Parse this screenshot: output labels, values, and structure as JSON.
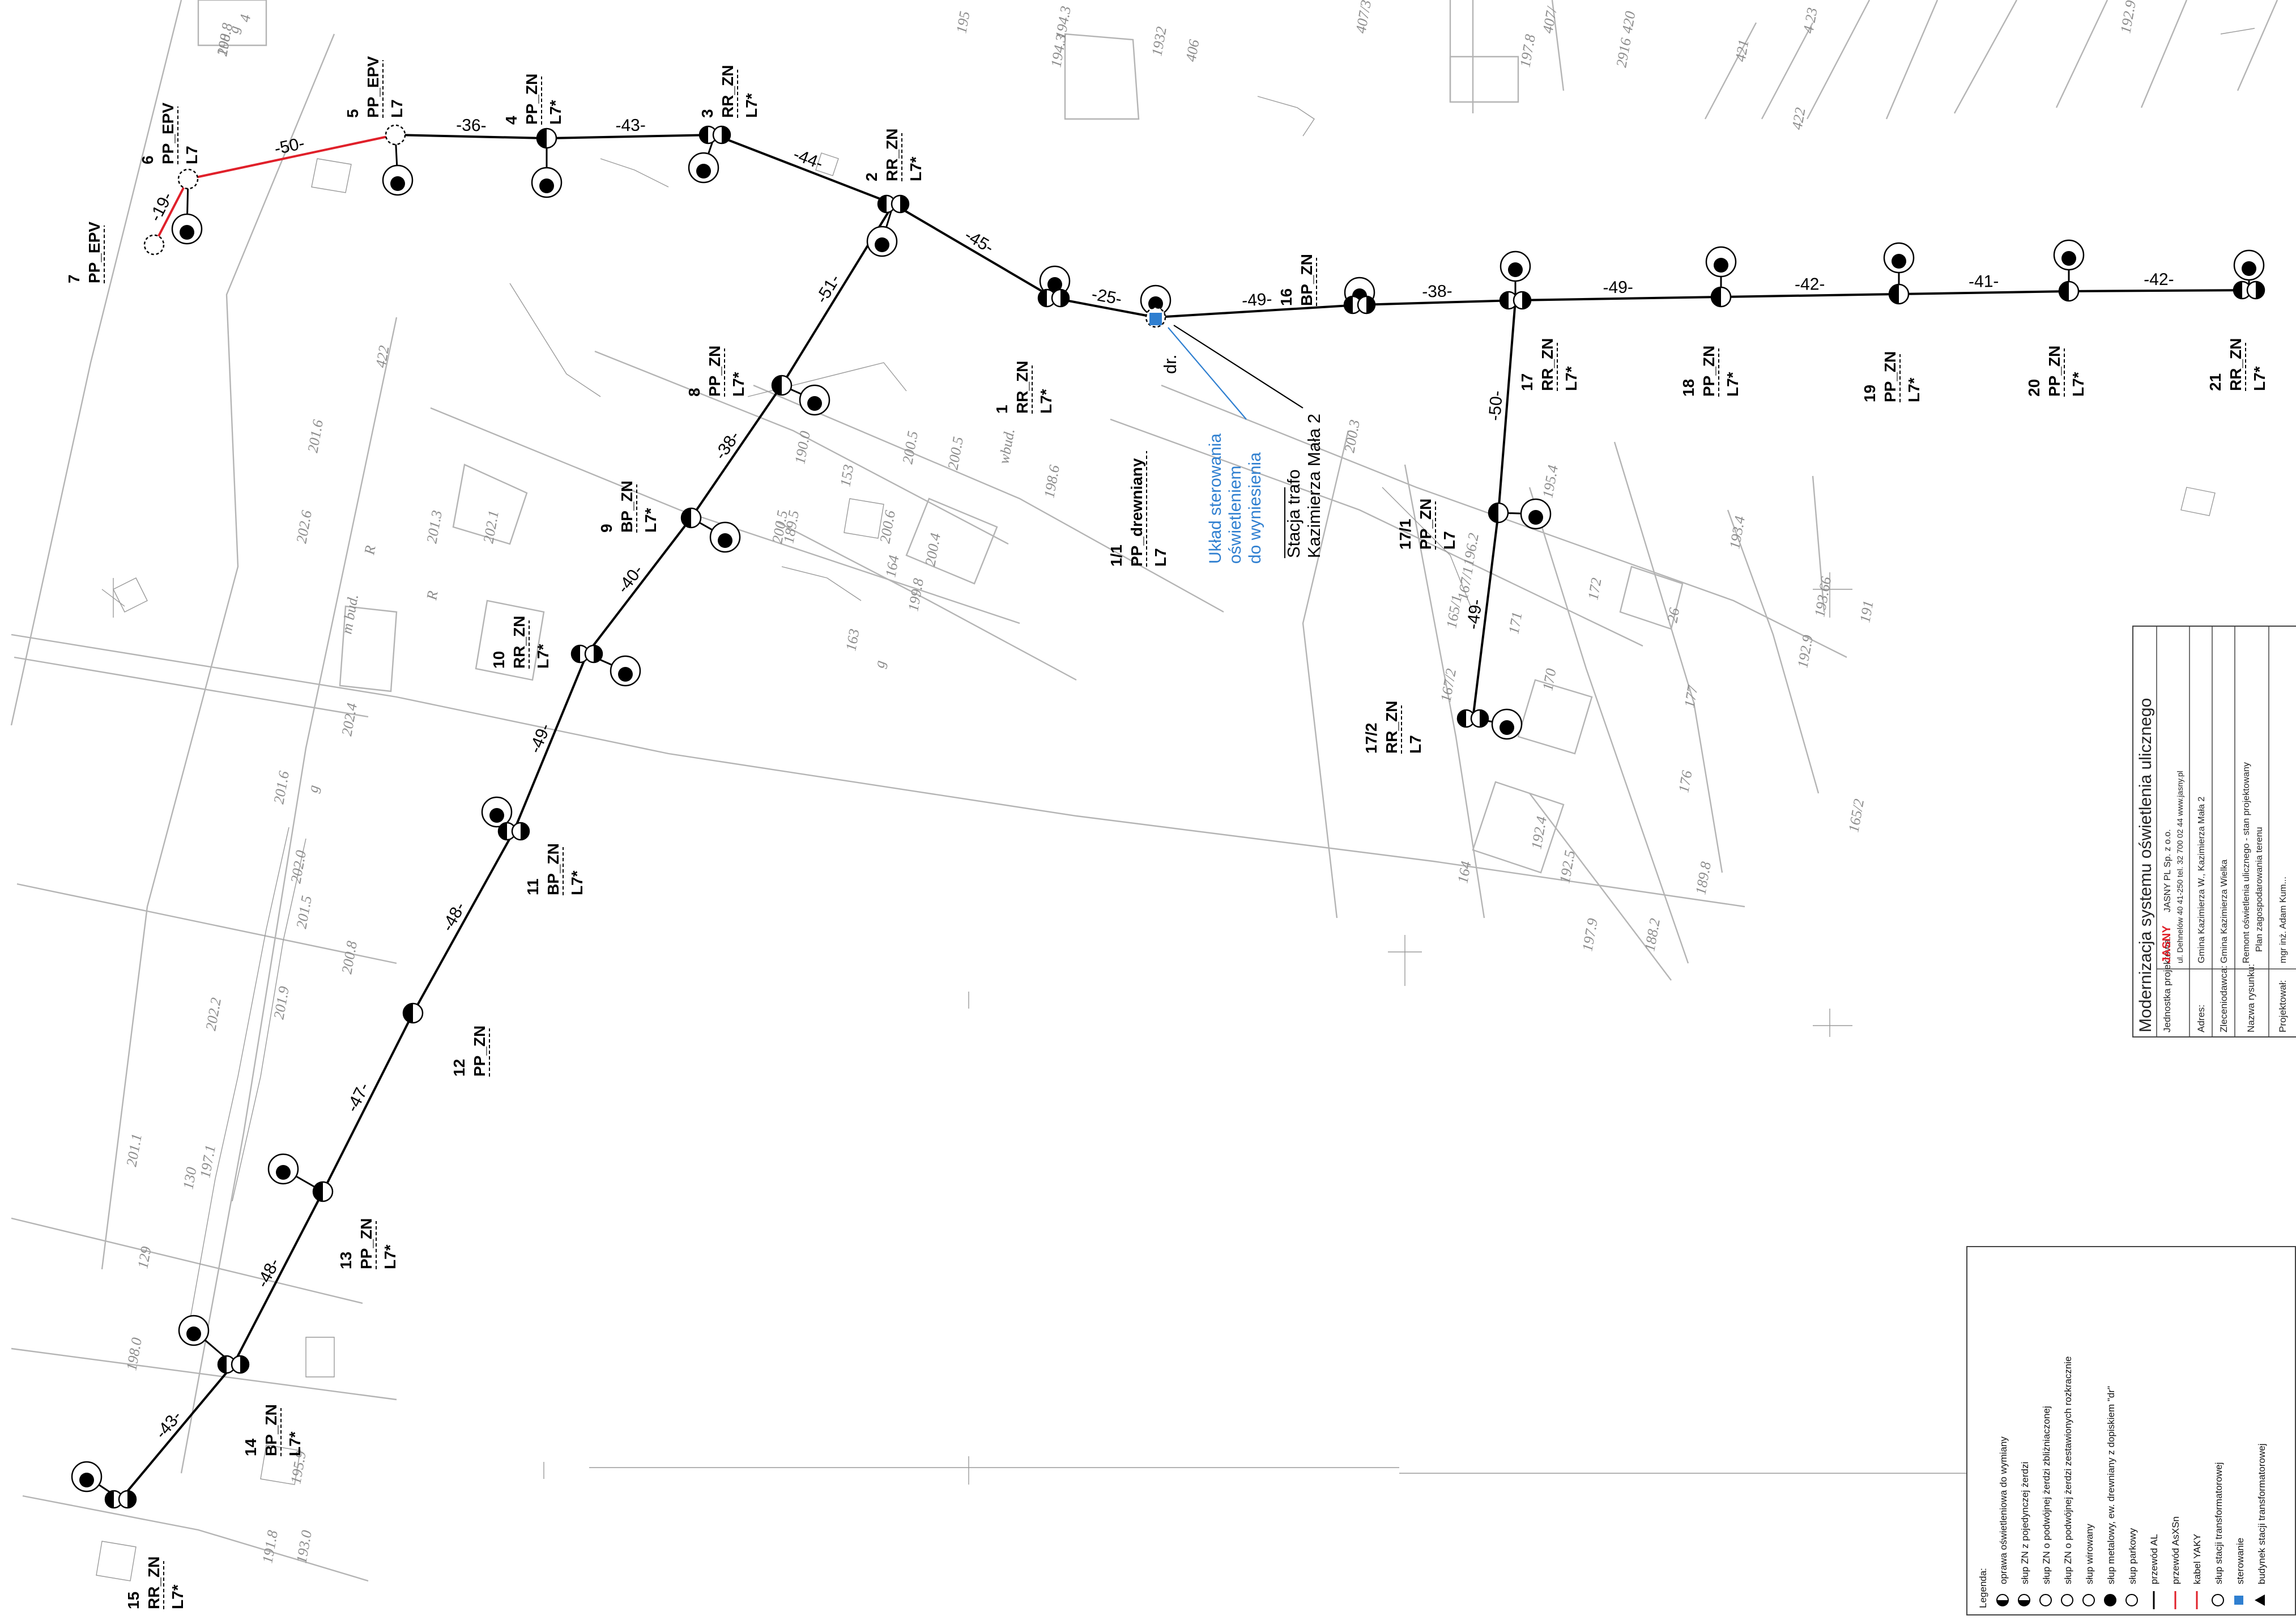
{
  "colors": {
    "cable": "#000000",
    "cable_red": "#e0202a",
    "blue": "#2f7fd0",
    "accent_logo": "#e0202a"
  },
  "pole_symbols": {
    "half_black": "single",
    "double": "double",
    "open": "open",
    "dashed": "wooden"
  },
  "poles": [
    {
      "id": "7",
      "type": "PP_EPV",
      "line": "",
      "symbol": "dashed"
    },
    {
      "id": "6",
      "type": "PP_EPV",
      "line": "L7",
      "symbol": "dashed"
    },
    {
      "id": "5",
      "type": "PP_EPV",
      "line": "L7",
      "symbol": "dashed"
    },
    {
      "id": "4",
      "type": "PP_ZN",
      "line": "L7*",
      "symbol": "single"
    },
    {
      "id": "3",
      "type": "RR_ZN",
      "line": "L7*",
      "symbol": "double"
    },
    {
      "id": "2",
      "type": "RR_ZN",
      "line": "L7*",
      "symbol": "double"
    },
    {
      "id": "1",
      "type": "RR_ZN",
      "line": "L7*",
      "symbol": "double"
    },
    {
      "id": "8",
      "type": "PP_ZN",
      "line": "L7*",
      "symbol": "single"
    },
    {
      "id": "9",
      "type": "BP_ZN",
      "line": "L7*",
      "symbol": "single"
    },
    {
      "id": "10",
      "type": "RR_ZN",
      "line": "L7*",
      "symbol": "double"
    },
    {
      "id": "11",
      "type": "BP_ZN",
      "line": "L7*",
      "symbol": "double"
    },
    {
      "id": "12",
      "type": "PP_ZN",
      "line": "",
      "symbol": "single"
    },
    {
      "id": "13",
      "type": "PP_ZN",
      "line": "L7*",
      "symbol": "single"
    },
    {
      "id": "14",
      "type": "BP_ZN",
      "line": "L7*",
      "symbol": "double"
    },
    {
      "id": "15",
      "type": "RR_ZN",
      "line": "L7*",
      "symbol": "double"
    },
    {
      "id": "16",
      "type": "BP_ZN",
      "line": "",
      "symbol": "double"
    },
    {
      "id": "17",
      "type": "RR_ZN",
      "line": "L7*",
      "symbol": "double"
    },
    {
      "id": "18",
      "type": "PP_ZN",
      "line": "L7*",
      "symbol": "single"
    },
    {
      "id": "19",
      "type": "PP_ZN",
      "line": "L7*",
      "symbol": "single"
    },
    {
      "id": "20",
      "type": "PP_ZN",
      "line": "L7*",
      "symbol": "single"
    },
    {
      "id": "21",
      "type": "RR_ZN",
      "line": "L7*",
      "symbol": "double"
    },
    {
      "id": "17/1",
      "type": "PP_ZN",
      "line": "L7",
      "symbol": "single"
    },
    {
      "id": "17/2",
      "type": "RR_ZN",
      "line": "L7",
      "symbol": "double"
    },
    {
      "id": "1/1",
      "type": "PP_drewniany",
      "line": "L7",
      "symbol": "dashed"
    }
  ],
  "distances": [
    "-19-",
    "-50-",
    "-36-",
    "-43-",
    "-44-",
    "-45-",
    "-25-",
    "-51-",
    "-38-",
    "-40-",
    "-49-",
    "-48-",
    "-47-",
    "-48-",
    "-43-",
    "-49-",
    "-38-",
    "-49-",
    "-42-",
    "-41-",
    "-42-",
    "-50-",
    "-49-"
  ],
  "annotations": {
    "dr": "dr.",
    "station_line1": "Stacja trafo",
    "station_line2": "Kazimierza Mała 2",
    "control_line1": "Układ sterowania",
    "control_line2": "oświetleniem",
    "control_line3": "do wyniesienia"
  },
  "title_block": {
    "title": "Modernizacja systemu oświetlenia ulicznego",
    "unit_label": "Jednostka projektowa:",
    "company_logo": "JASNY",
    "company": "JASNY PL Sp. z o.o.",
    "company_address": "ul. Dehnelów 40 41-250 tel. 32 700 02 44 www.jasny.pl",
    "address_label": "Adres:",
    "address": "Gmina Kazimierza W., Kazimierza Mała 2",
    "client_label": "Zleceniodawca:",
    "client": "Gmina Kazimierza Wielka",
    "drawing_label": "Nazwa rysunku:",
    "drawing_line1": "Remont oświetlenia ulicznego - stan projektowany",
    "drawing_line2": "Plan zagospodarowania terenu",
    "designer_label": "Projektował:",
    "designer": "mgr inż. Adam Kum..."
  },
  "legend": {
    "title": "Legenda:",
    "items": [
      {
        "icon": "lamp-icon",
        "text": "oprawa oświetleniowa do wymiany"
      },
      {
        "icon": "single-pole-icon",
        "text": "słup ZN z pojedynczej żerdzi"
      },
      {
        "icon": "double-pole-icon",
        "text": "słup ZN o podwójnej żerdzi zbliżniaczonej"
      },
      {
        "icon": "double-spread-pole-icon",
        "text": "słup ZN o podwójnej żerdzi zestawionych rozkracznie"
      },
      {
        "icon": "wire-pole-icon",
        "text": "słup wirowany"
      },
      {
        "icon": "metal-pole-icon",
        "text": "słup metalowy, ew. drewniany z dopiskiem \"dr\""
      },
      {
        "icon": "park-pole-icon",
        "text": "słup parkowy"
      },
      {
        "icon": "al-wire-icon",
        "text": "przewód AL"
      },
      {
        "icon": "asxsn-wire-icon",
        "text": "przewód AsXSn"
      },
      {
        "icon": "yaky-cable-icon",
        "text": "kabel YAKY"
      },
      {
        "icon": "transformer-pole-icon",
        "text": "słup stacji transformatorowej"
      },
      {
        "icon": "control-icon",
        "text": "sterowanie"
      },
      {
        "icon": "station-building-icon",
        "text": "budynek stacji transformatorowej"
      }
    ]
  },
  "geodesy_labels": [
    "200",
    "g",
    "4",
    "195",
    "194.3",
    "194.3",
    "1932",
    "406",
    "407/3",
    "407/",
    "420",
    "421",
    "4 23",
    "192.9",
    "197.8",
    "422",
    "2916",
    "422",
    "201.6",
    "202.6",
    "202.1",
    "201.3",
    "R",
    "R",
    "g",
    "m bud.",
    "202.4",
    "201.6",
    "202.0",
    "201.5",
    "200.8",
    "201.9",
    "202.2",
    "197.1",
    "201.1",
    "130",
    "129",
    "198.0",
    "195.9",
    "193.0",
    "191.8",
    "189.5",
    "153",
    "190.0",
    "200.5",
    "200.5",
    "200.6",
    "200.4",
    "200.5",
    "164",
    "wbud.",
    "199.8",
    "198.6",
    "200.3",
    "165/1",
    "196.2",
    "195.4",
    "193.4",
    "192.9",
    "193.66",
    "191",
    "177",
    "176",
    "165/2",
    "188.2",
    "189.8",
    "167/1",
    "167/2",
    "170",
    "171",
    "172",
    "26",
    "163",
    "g",
    "164",
    "192.4",
    "192.5",
    "197.9",
    "198.8"
  ]
}
